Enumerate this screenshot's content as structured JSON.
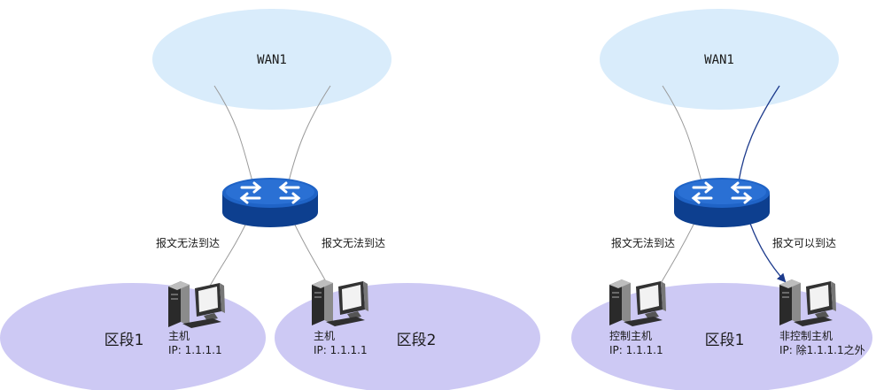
{
  "left_scenario": {
    "wan_label": "WAN1",
    "segment1_label": "区段1",
    "segment2_label": "区段2",
    "msg_left": "报文无法到达",
    "msg_right": "报文无法到达",
    "host1_name": "主机",
    "host1_ip": "IP: 1.1.1.1",
    "host2_name": "主机",
    "host2_ip": "IP: 1.1.1.1"
  },
  "right_scenario": {
    "wan_label": "WAN1",
    "segment_label": "区段1",
    "msg_left": "报文无法到达",
    "msg_right": "报文可以到达",
    "host_ctrl_name": "控制主机",
    "host_ctrl_ip": "IP: 1.1.1.1",
    "host_nonctrl_name": "非控制主机",
    "host_nonctrl_ip": "IP: 除1.1.1.1之外"
  },
  "colors": {
    "wan_cloud": "#d9ecfb",
    "segment_zone": "#cdc9f4",
    "router_top": "#1f63c6",
    "router_side": "#0d3f8f",
    "link_gray": "#9a9a9a",
    "link_reachable": "#1c3a8c"
  }
}
